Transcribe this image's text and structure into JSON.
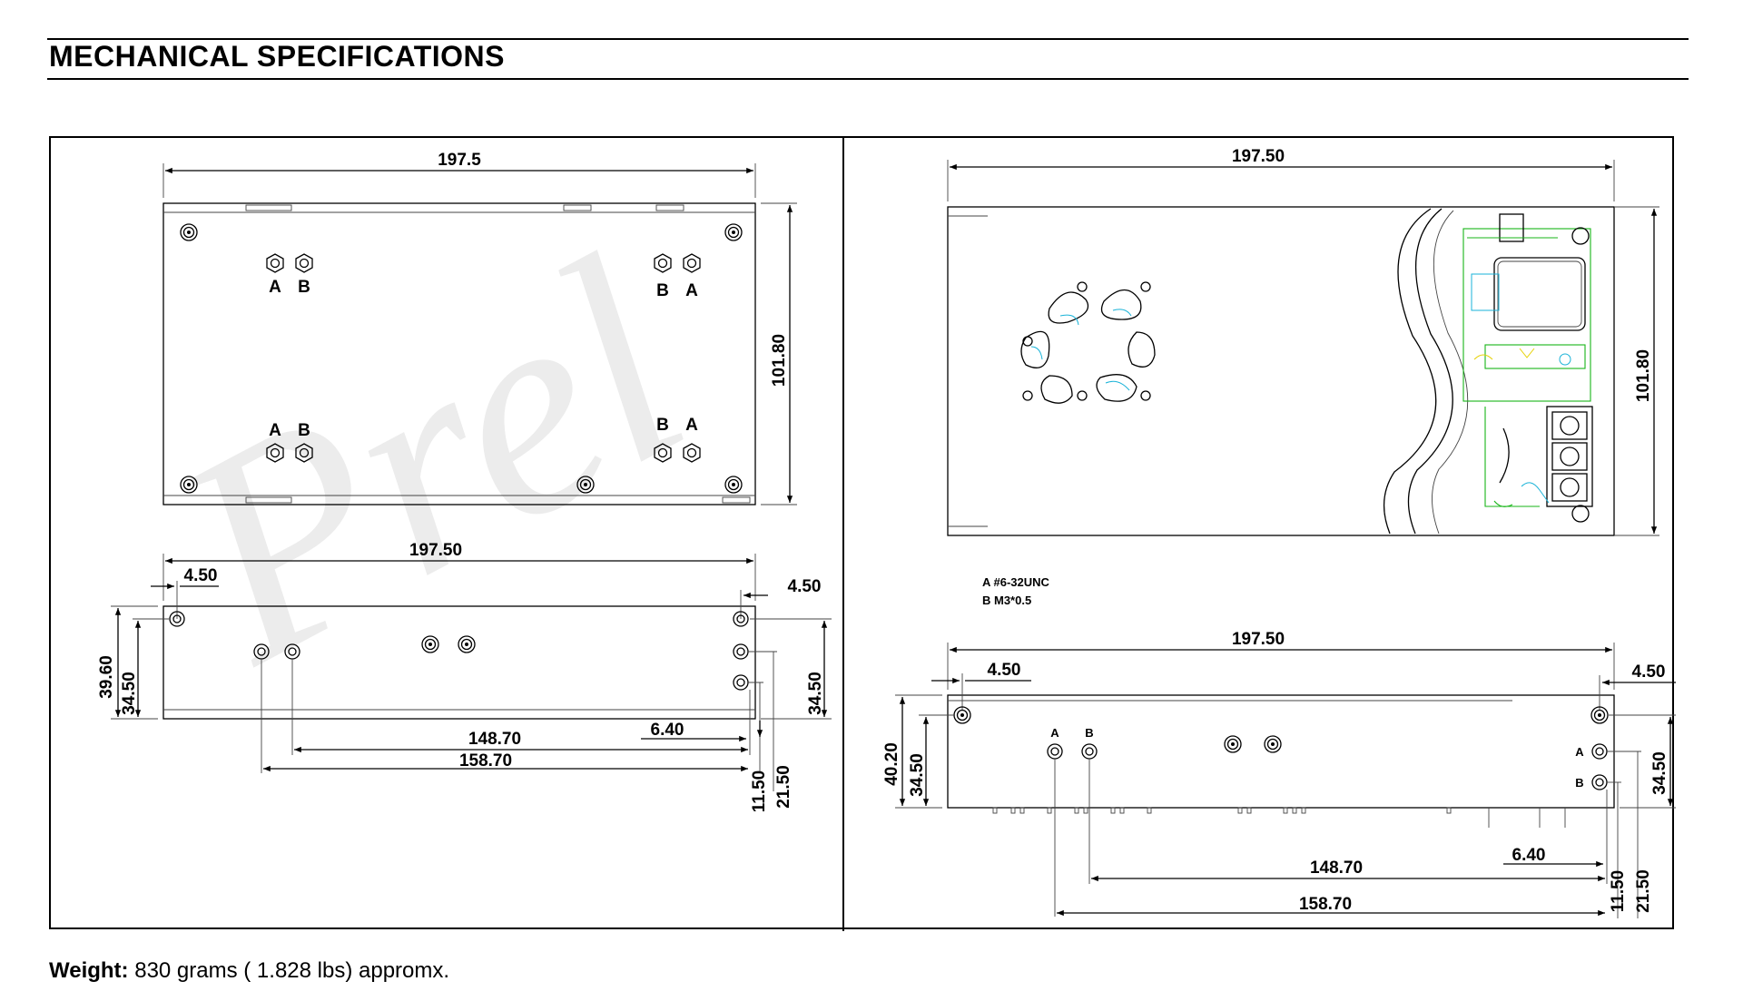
{
  "header": {
    "title": "MECHANICAL SPECIFICATIONS"
  },
  "watermark": {
    "text": "Prel"
  },
  "footer": {
    "weight_label": "Weight:",
    "weight_value": " 830 grams ( 1.828 lbs) appromx."
  },
  "left_top_view": {
    "width_dim": "197.5",
    "height_dim": "101.80",
    "hole_labels": [
      "A",
      "B",
      "B",
      "A",
      "A",
      "B",
      "B",
      "A"
    ]
  },
  "left_side_view": {
    "width_dim": "197.50",
    "offset_left": "4.50",
    "offset_right": "4.50",
    "height_total": "39.60",
    "height_holes": "34.50",
    "height_right": "34.50",
    "dim_148": "148.70",
    "dim_158": "158.70",
    "dim_640": "6.40",
    "dim_1150": "11.50",
    "dim_2150": "21.50"
  },
  "right_top_view": {
    "width_dim": "197.50",
    "height_dim": "101.80",
    "note_a": "A #6-32UNC",
    "note_b": "B M3*0.5"
  },
  "right_side_view": {
    "width_dim": "197.50",
    "offset_left": "4.50",
    "offset_right": "4.50",
    "height_total": "40.20",
    "height_holes": "34.50",
    "height_right": "34.50",
    "dim_148": "148.70",
    "dim_158": "158.70",
    "dim_640": "6.40",
    "dim_1150": "11.50",
    "dim_2150": "21.50",
    "hole_labels": [
      "A",
      "B",
      "A",
      "B"
    ]
  }
}
